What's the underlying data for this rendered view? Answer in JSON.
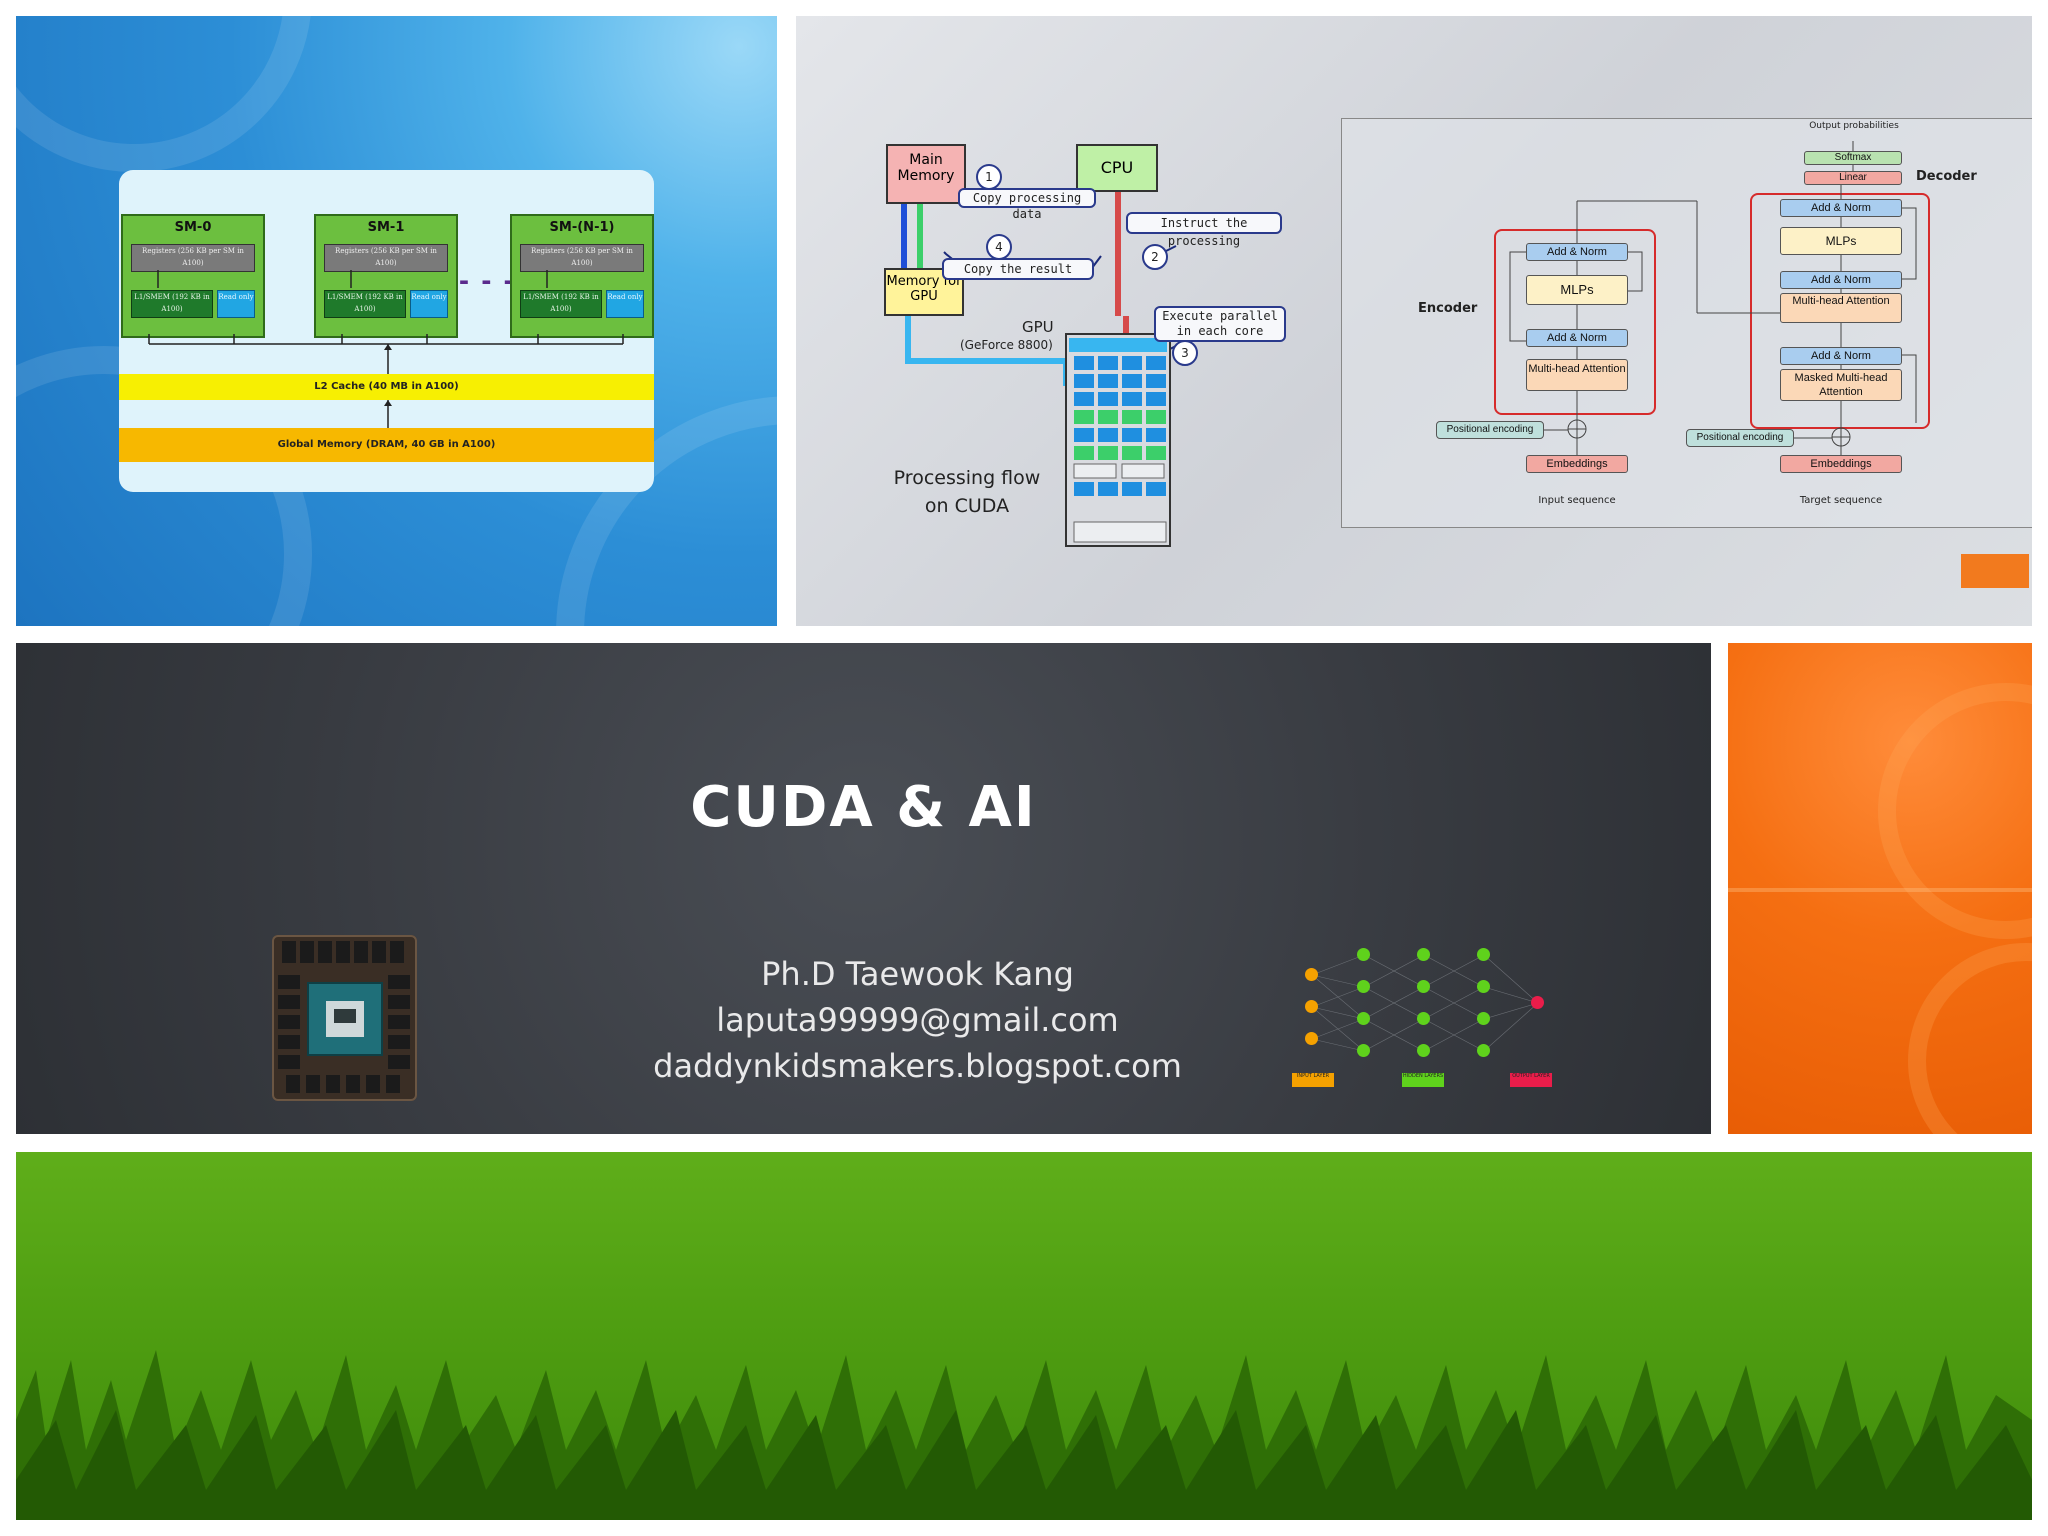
{
  "gpu_memory": {
    "sms": [
      {
        "name": "SM-0",
        "registers": "Registers (256 KB per SM in A100)",
        "l1": "L1/SMEM (192 KB in A100)",
        "readonly": "Read only"
      },
      {
        "name": "SM-1",
        "registers": "Registers (256 KB per SM in A100)",
        "l1": "L1/SMEM (192 KB in A100)",
        "readonly": "Read only"
      },
      {
        "name": "SM-(N-1)",
        "registers": "Registers (256 KB per SM in A100)",
        "l1": "L1/SMEM (192 KB in A100)",
        "readonly": "Read only"
      }
    ],
    "l2_cache": "L2 Cache (40 MB in A100)",
    "global_memory": "Global Memory (DRAM, 40 GB in A100)"
  },
  "cuda_flow": {
    "main_memory": "Main Memory",
    "cpu": "CPU",
    "memory_for_gpu": "Memory for GPU",
    "gpu": "GPU",
    "gpu_model": "(GeForce 8800)",
    "step1": "Copy processing data",
    "step2": "Instruct the processing",
    "step3": "Execute parallel in each core",
    "step4": "Copy the result",
    "n1": "1",
    "n2": "2",
    "n3": "3",
    "n4": "4",
    "caption": "Processing flow on CUDA"
  },
  "transformer": {
    "encoder_label": "Encoder",
    "decoder_label": "Decoder",
    "output_probabilities": "Output probabilities",
    "softmax": "Softmax",
    "linear": "Linear",
    "add_norm": "Add & Norm",
    "mlps": "MLPs",
    "multi_head": "Multi-head Attention",
    "masked_multi_head": "Masked Multi-head Attention",
    "positional_encoding": "Positional encoding",
    "embeddings": "Embeddings",
    "input_sequence": "Input sequence",
    "target_sequence": "Target sequence"
  },
  "title_slide": {
    "title": "CUDA & AI",
    "author": "Ph.D   Taewook Kang",
    "email": "laputa99999@gmail.com",
    "blog": "daddynkidsmakers.blogspot.com",
    "nn_labels": {
      "input": "INPUT LAYER",
      "hidden": "HIDDEN LAYERS",
      "output": "OUTPUT LAYER"
    }
  },
  "colors": {
    "accent_orange": "#f27a1e",
    "grass_green": "#4e9d11",
    "slate": "#383b41",
    "gpu_blue": "#2c8ed6"
  }
}
